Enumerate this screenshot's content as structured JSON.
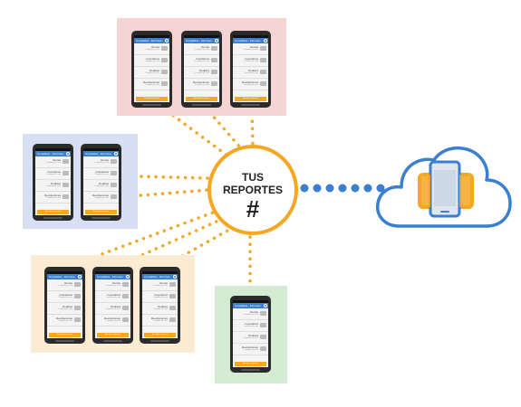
{
  "hub": {
    "line1": "TUS",
    "line2": "REPORTES",
    "symbol": "#"
  },
  "phone_screen": {
    "appbar_title": "Cumplidos - Informes",
    "rows": [
      {
        "label": "Ventas",
        "sub": "Cumplido por mes"
      },
      {
        "label": "Inventarios",
        "sub": "Cumplido por mes"
      },
      {
        "label": "Pedidos",
        "sub": "Cumplido por mes"
      },
      {
        "label": "Devoluciones",
        "sub": "Cumplido por mes"
      }
    ],
    "button_label": "Actualizar informes"
  },
  "groups": [
    {
      "id": "top",
      "color": "#f5d5d3",
      "phones": 3
    },
    {
      "id": "left",
      "color": "#d6dff3",
      "phones": 2
    },
    {
      "id": "bottom-left",
      "color": "#fcebd3",
      "phones": 3
    },
    {
      "id": "bottom-right",
      "color": "#d3ead3",
      "phones": 1
    }
  ],
  "colors": {
    "connector": "#f5a623",
    "cloud_outline": "#3a7fd0",
    "cloud_link": "#3a7fd0",
    "phone_body": "#2b2b2b",
    "appbar": "#3a7fd0",
    "button": "#f5a623"
  },
  "icons": {
    "cloud": "cloud-icon",
    "device": "mobile-tablet-icon"
  }
}
